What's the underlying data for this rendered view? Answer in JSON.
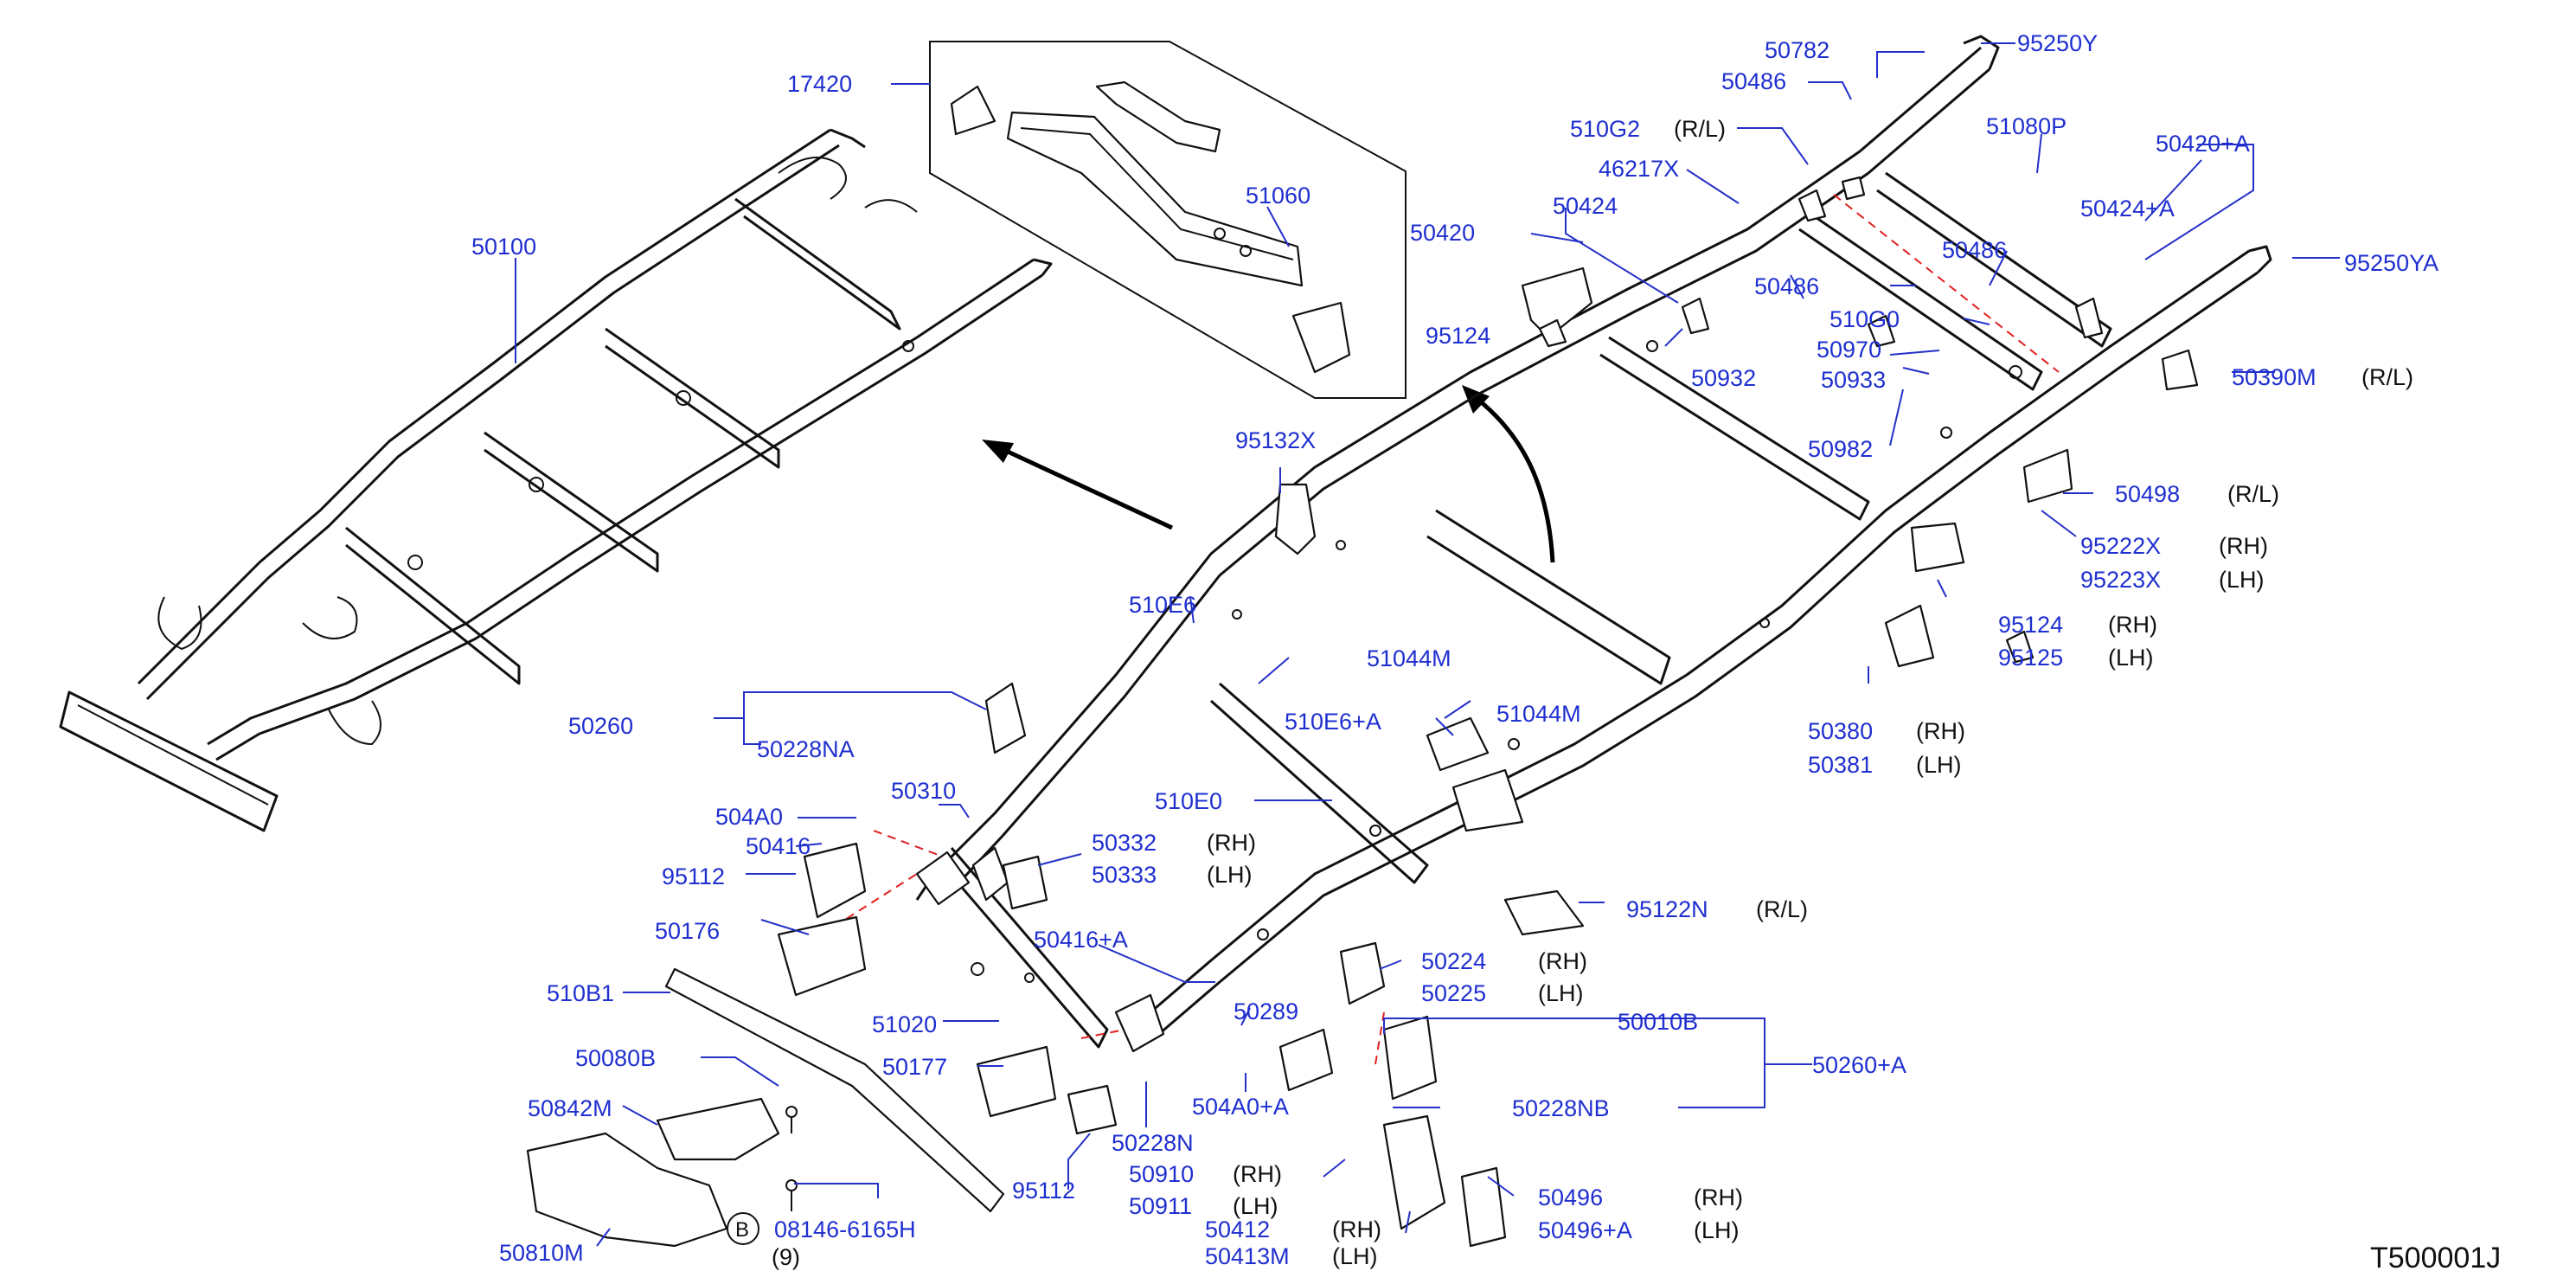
{
  "diagram_code": "T500001J",
  "sides": {
    "rh": "(RH)",
    "lh": "(LH)",
    "rl": "(R/L)"
  },
  "fastener_marker": "B",
  "labels": {
    "p17420": "17420",
    "p51060": "51060",
    "p50100": "50100",
    "p50782": "50782",
    "p95250Y": "95250Y",
    "p50486a": "50486",
    "p51080P": "51080P",
    "p510G2": "510G2",
    "p50420A": "50420+A",
    "p46217X": "46217X",
    "p50424": "50424",
    "p50424A": "50424+A",
    "p50420": "50420",
    "p50486b": "50486",
    "p95250YA": "95250YA",
    "p50486c": "50486",
    "p510G0": "510G0",
    "p95124a": "95124",
    "p50970": "50970",
    "p50932": "50932",
    "p50933": "50933",
    "p50390M": "50390M",
    "p95132X": "95132X",
    "p50982": "50982",
    "p50498": "50498",
    "p95222X": "95222X",
    "p95223X": "95223X",
    "p510E6": "510E6",
    "p95124b": "95124",
    "p95125": "95125",
    "p51044Ma": "51044M",
    "p50380": "50380",
    "p50381": "50381",
    "p51044Mb": "51044M",
    "p510E6A": "510E6+A",
    "p50260": "50260",
    "p50228NA": "50228NA",
    "p50310": "50310",
    "p510E0": "510E0",
    "p504A0": "504A0",
    "p50416": "50416",
    "p50332": "50332",
    "p50333": "50333",
    "p95112a": "95112",
    "p95122N": "95122N",
    "p50176": "50176",
    "p50416A": "50416+A",
    "p50224": "50224",
    "p50225": "50225",
    "p510B1": "510B1",
    "p51020": "51020",
    "p50289": "50289",
    "p50010B": "50010B",
    "p50080B": "50080B",
    "p50177": "50177",
    "p50260A": "50260+A",
    "p504A0A": "504A0+A",
    "p50842M": "50842M",
    "p50228N": "50228N",
    "p50228NB": "50228NB",
    "p50910": "50910",
    "p50911": "50911",
    "p95112b": "95112",
    "p50496": "50496",
    "p50496A": "50496+A",
    "p08146": "08146-6165H",
    "p9": "(9)",
    "p50412": "50412",
    "p50413M": "50413M",
    "p50810M": "50810M"
  }
}
